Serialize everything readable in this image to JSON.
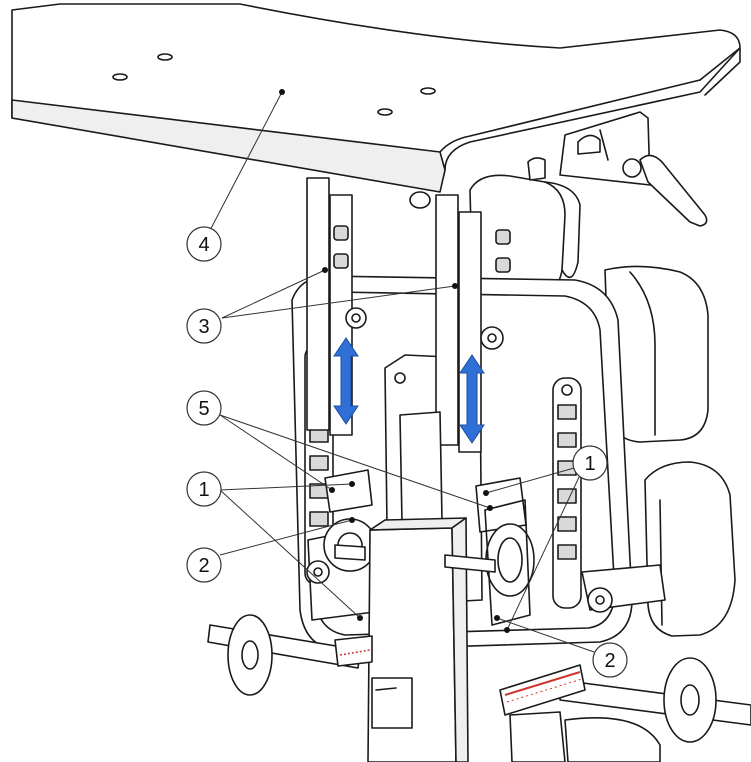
{
  "colors": {
    "line": "#1a1a1a",
    "surface": "#ffffff",
    "shade": "#e6e6e6",
    "adjust_arrow": "#2f6fd6",
    "scale_red": "#d0342c"
  },
  "callouts": [
    {
      "id": "4",
      "label": "4"
    },
    {
      "id": "3",
      "label": "3"
    },
    {
      "id": "5",
      "label": "5"
    },
    {
      "id": "1-left",
      "label": "1"
    },
    {
      "id": "2-left",
      "label": "2"
    },
    {
      "id": "1-right",
      "label": "1"
    },
    {
      "id": "2-right",
      "label": "2"
    }
  ],
  "icons": {
    "adjust_arrow_left": "double-arrow-vertical-icon",
    "adjust_arrow_right": "double-arrow-vertical-icon"
  }
}
